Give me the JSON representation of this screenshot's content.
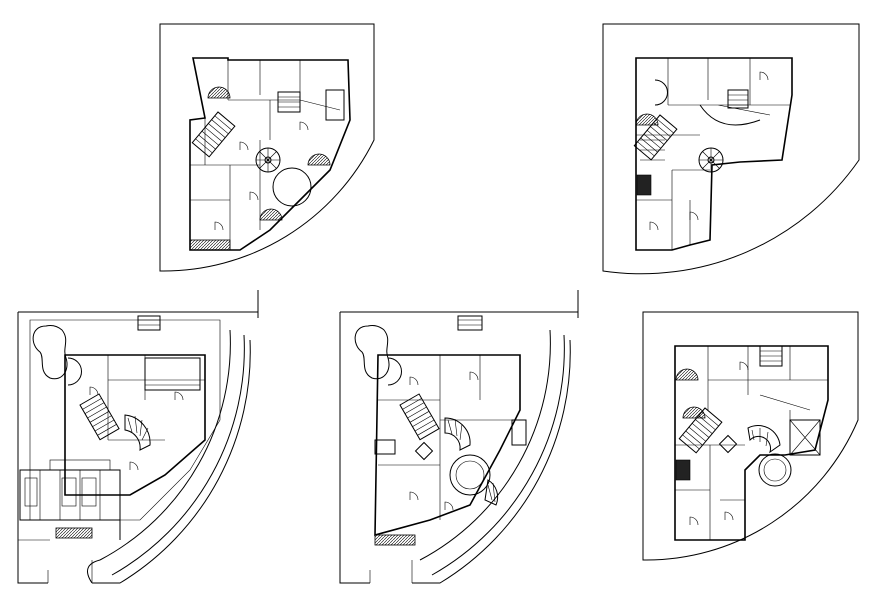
{
  "drawing": {
    "kind": "architectural floor plans",
    "sheet_count": 5,
    "line_color": "#000000",
    "background_color": "#ffffff"
  },
  "sheets": [
    {
      "id": "plan-top-left"
    },
    {
      "id": "plan-top-right"
    },
    {
      "id": "plan-bottom-left"
    },
    {
      "id": "plan-bottom-middle"
    },
    {
      "id": "plan-bottom-right"
    }
  ]
}
